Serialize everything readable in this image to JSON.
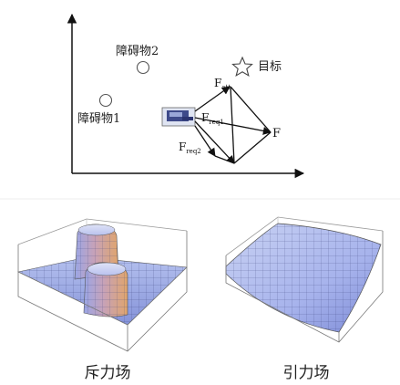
{
  "diagram": {
    "obstacle1_label": "障碍物1",
    "obstacle2_label": "障碍物2",
    "goal_label": "目标",
    "force_att_main": "F",
    "force_att_sub": "att",
    "force_rep1_main": "F",
    "force_rep1_sub": "req1",
    "force_rep2_main": "F",
    "force_rep2_sub": "req2",
    "resultant_label": "F",
    "goal_icon": "star-outline-icon",
    "obstacle_icon": "circle-outline-icon",
    "robot_icon": "vehicle-icon"
  },
  "captions": {
    "repulsive_field": "斥力场",
    "attractive_field": "引力场"
  },
  "colors": {
    "surface_light": "#b9c5ef",
    "surface_dark": "#6f7fd1",
    "peak_side": "#d8a06d",
    "axis": "#111111"
  }
}
